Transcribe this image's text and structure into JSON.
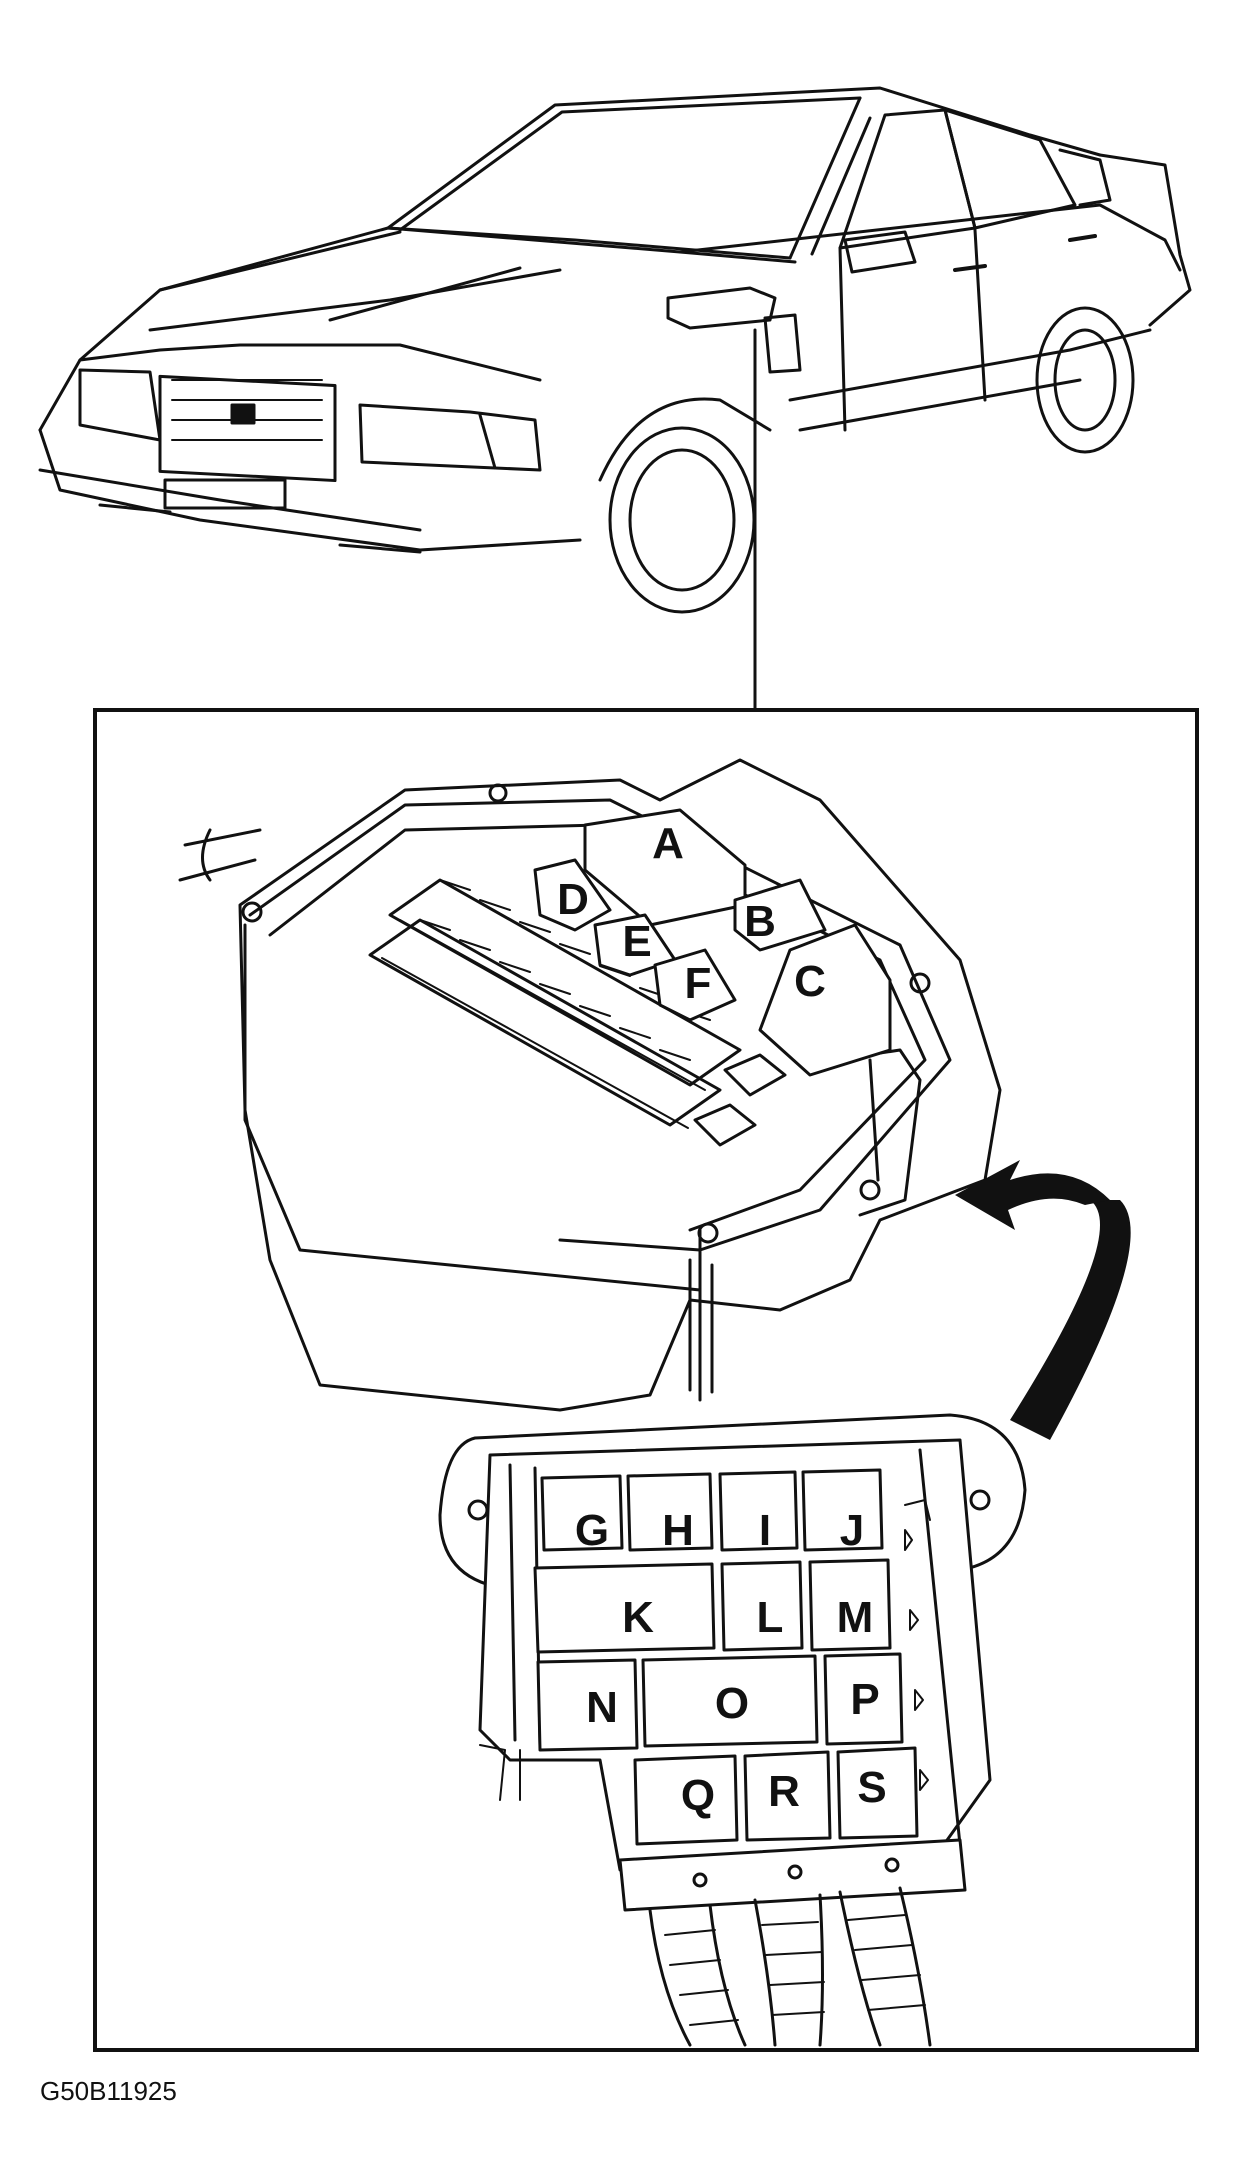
{
  "figure_code": "G50B11925",
  "upper_relay_labels": [
    "A",
    "B",
    "C",
    "D",
    "E",
    "F"
  ],
  "lower_relay_labels": [
    "G",
    "H",
    "I",
    "J",
    "K",
    "L",
    "M",
    "N",
    "O",
    "P",
    "Q",
    "R",
    "S"
  ],
  "colors": {
    "ink": "#111111",
    "paper": "#ffffff"
  }
}
